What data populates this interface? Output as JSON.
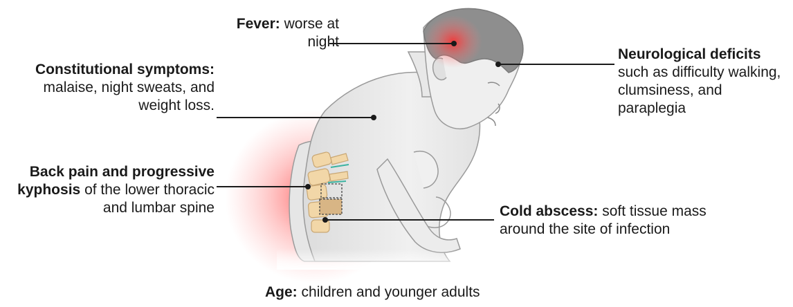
{
  "labels": {
    "fever": {
      "title": "Fever:",
      "text": "worse at night"
    },
    "constitutional": {
      "title": "Constitutional symptoms:",
      "text": "malaise, night sweats, and weight loss."
    },
    "neurological": {
      "title": "Neurological deficits",
      "text": "such as difficulty walking, clumsiness, and paraplegia"
    },
    "back_pain": {
      "title": "Back pain and progressive kyphosis",
      "text": "of the lower thoracic and lumbar spine"
    },
    "cold_abscess": {
      "title": "Cold abscess:",
      "text": "soft tissue mass around the site of infection"
    },
    "age": {
      "title": "Age:",
      "text": "children and younger adults"
    }
  },
  "colors": {
    "skin": "#ececec",
    "outline": "#9a9a9a",
    "hair": "#8e8e8e",
    "inflammation": "#ff3b3b",
    "bone": "#f2d7a8",
    "leader": "#1a1a1a"
  },
  "icons": [
    "human-figure-illustration",
    "spine-illustration"
  ]
}
